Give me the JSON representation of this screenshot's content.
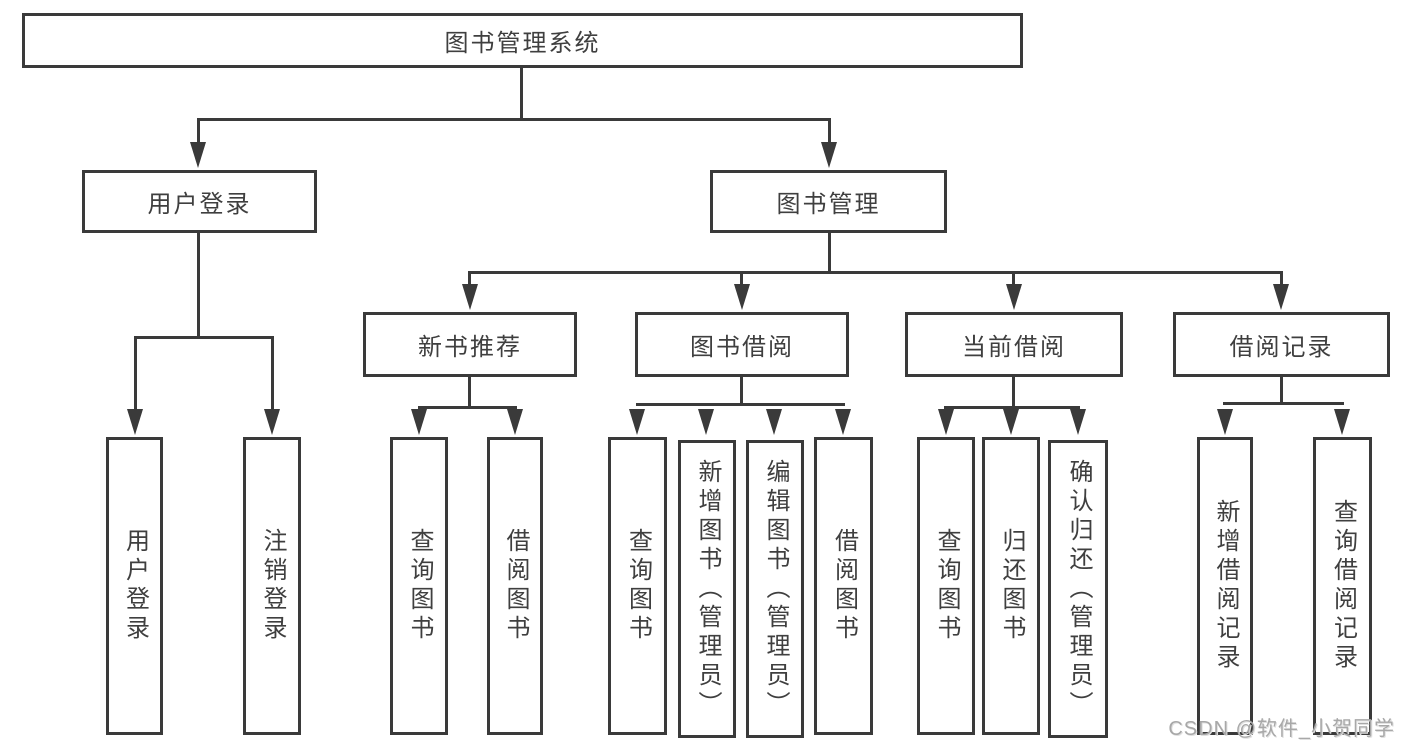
{
  "diagram": {
    "nodes": {
      "root": "图书管理系统",
      "user_login": "用户登录",
      "book_management": "图书管理",
      "new_book_recommend": "新书推荐",
      "book_borrowing": "图书借阅",
      "current_borrowing": "当前借阅",
      "borrowing_records": "借阅记录",
      "user_login_leaf": "用户登录",
      "logout_leaf": "注销登录",
      "recommend_query_books": "查询图书",
      "recommend_borrow_books": "借阅图书",
      "borrowing_query_books": "查询图书",
      "borrowing_add_books": "新增图书（管理员）",
      "borrowing_edit_books": "编辑图书（管理员）",
      "borrowing_borrow_books": "借阅图书",
      "current_query_books": "查询图书",
      "current_return_books": "归还图书",
      "current_confirm_return": "确认归还（管理员）",
      "records_add_record": "新增借阅记录",
      "records_query_record": "查询借阅记录"
    }
  },
  "watermark": "CSDN @软件_小贺同学",
  "colors": {
    "line": "#3a3a3a",
    "text": "#3f3f3f",
    "watermark": "#a8a8a8",
    "background": "#ffffff"
  }
}
